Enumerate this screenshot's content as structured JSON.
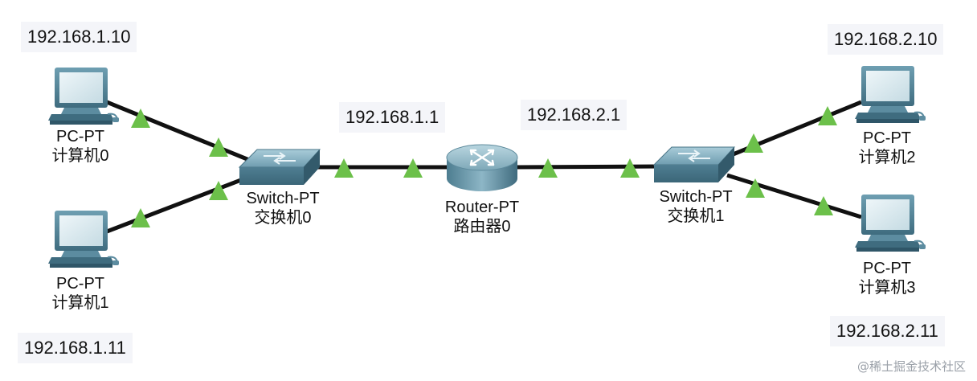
{
  "ips": {
    "pc0": "192.168.1.10",
    "pc1": "192.168.1.11",
    "router_left": "192.168.1.1",
    "router_right": "192.168.2.1",
    "pc2": "192.168.2.10",
    "pc3": "192.168.2.11"
  },
  "devices": {
    "pc0": {
      "type": "PC-PT",
      "name": "计算机0"
    },
    "pc1": {
      "type": "PC-PT",
      "name": "计算机1"
    },
    "pc2": {
      "type": "PC-PT",
      "name": "计算机2"
    },
    "pc3": {
      "type": "PC-PT",
      "name": "计算机3"
    },
    "switch0": {
      "type": "Switch-PT",
      "name": "交换机0"
    },
    "switch1": {
      "type": "Switch-PT",
      "name": "交换机1"
    },
    "router0": {
      "type": "Router-PT",
      "name": "路由器0"
    }
  },
  "colors": {
    "link": "#111111",
    "link_up": "#6cc04a",
    "device_teal": "#5e8fa3",
    "label_bg": "#f4f5f9"
  },
  "watermark": "@稀土掘金技术社区"
}
